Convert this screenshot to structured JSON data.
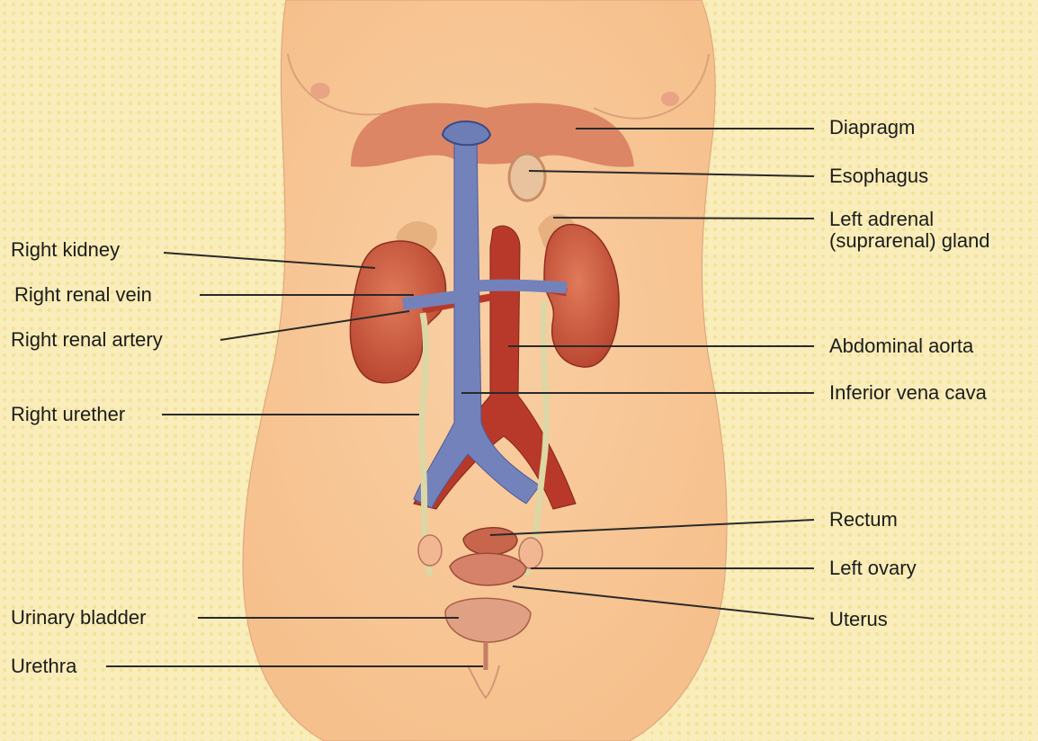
{
  "diagram": {
    "labels": {
      "diapragm": "Diapragm",
      "esophagus": "Esophagus",
      "left_adrenal": "Left adrenal (suprarenal) gland",
      "abdominal_aorta": "Abdominal aorta",
      "inferior_vena_cava": "Inferior vena cava",
      "rectum": "Rectum",
      "left_ovary": "Left ovary",
      "uterus": "Uterus",
      "right_kidney": "Right kidney",
      "right_renal_vein": "Right renal vein",
      "right_renal_artery": "Right renal artery",
      "right_urether": "Right urether",
      "urinary_bladder": "Urinary bladder",
      "urethra": "Urethra"
    },
    "colors": {
      "background": "#f9edbb",
      "skin": "#f8c79a",
      "organ": "#c9553a",
      "vein": "#6f7fb8",
      "artery": "#b33a2c",
      "ureter": "#ddd9a8",
      "leader_line": "#2a2a2a"
    }
  }
}
